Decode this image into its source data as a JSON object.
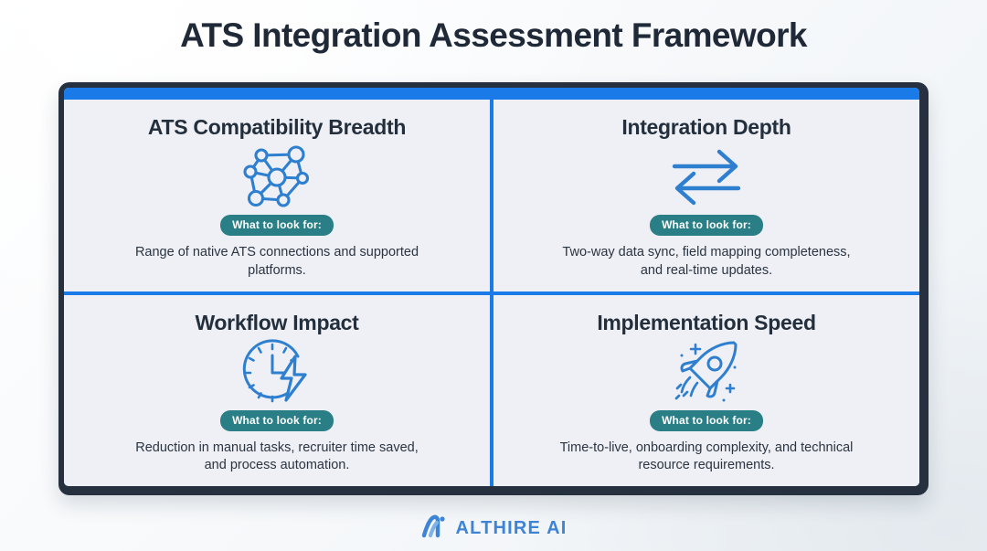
{
  "page": {
    "title": "ATS Integration Assessment Framework"
  },
  "theme": {
    "accent_blue": "#1a7ae8",
    "frame_navy": "#26303f",
    "panel_bg": "#eef0f5",
    "badge_teal": "#2a7f86",
    "icon_blue": "#2f7fd1",
    "title_color": "#1f2937",
    "brand_blue": "#3d84d6"
  },
  "quadrants": [
    {
      "title": "ATS Compatibility Breadth",
      "icon": "network-nodes-icon",
      "badge": "What to look for:",
      "description": "Range of native ATS connections and supported platforms."
    },
    {
      "title": "Integration Depth",
      "icon": "two-way-arrows-icon",
      "badge": "What to look for:",
      "description": "Two-way data sync, field mapping completeness, and real-time updates."
    },
    {
      "title": "Workflow Impact",
      "icon": "clock-bolt-icon",
      "badge": "What to look for:",
      "description": "Reduction in manual tasks, recruiter time saved, and process automation."
    },
    {
      "title": "Implementation Speed",
      "icon": "rocket-icon",
      "badge": "What to look for:",
      "description": "Time-to-live, onboarding complexity, and technical resource requirements."
    }
  ],
  "brand": {
    "logo": "althire-a-mark-icon",
    "name": "ALTHIRE AI"
  }
}
